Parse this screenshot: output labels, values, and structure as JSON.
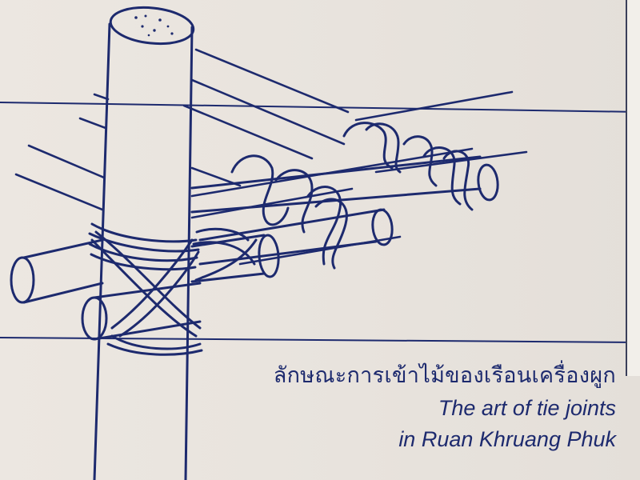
{
  "panel": {
    "caption_thai": "ลักษณะการเข้าไม้ของเรือนเครื่องผูก",
    "caption_en_line1": "The art of tie joints",
    "caption_en_line2": "in Ruan Khruang Phuk"
  },
  "colors": {
    "ink": "#1d2a6e",
    "background": "#e9e4de"
  }
}
